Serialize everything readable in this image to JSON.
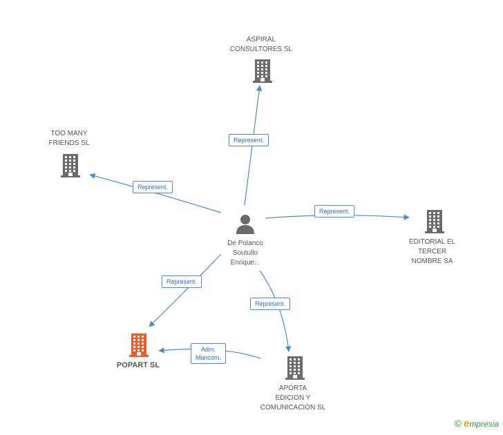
{
  "colors": {
    "edge": "#4a8ad4",
    "building": "#6b6b6b",
    "building_highlight": "#f05a28",
    "person": "#6b6b6b"
  },
  "center": {
    "label": "De Polanco\nSoutullo\nEnrique...",
    "icon": "person-icon"
  },
  "nodes": [
    {
      "id": "aspiral",
      "label": "ASPIRAL\nCONSULTORES SL",
      "icon": "building-icon",
      "highlight": false
    },
    {
      "id": "toomany",
      "label": "TOO MANY\nFRIENDS  SL",
      "icon": "building-icon",
      "highlight": false
    },
    {
      "id": "editorial",
      "label": "EDITORIAL EL\nTERCER\nNOMBRE SA",
      "icon": "building-icon",
      "highlight": false
    },
    {
      "id": "popart",
      "label": "POPART SL",
      "icon": "building-icon",
      "highlight": true
    },
    {
      "id": "aporta",
      "label": "APORTA\nEDICION Y\nCOMUNICACION SL",
      "icon": "building-icon",
      "highlight": false
    }
  ],
  "edges": [
    {
      "from": "center",
      "to": "aspiral",
      "label": "Represent."
    },
    {
      "from": "center",
      "to": "toomany",
      "label": "Represent."
    },
    {
      "from": "center",
      "to": "editorial",
      "label": "Represent."
    },
    {
      "from": "center",
      "to": "popart",
      "label": "Represent."
    },
    {
      "from": "center",
      "to": "aporta",
      "label": "Represent."
    },
    {
      "from": "aporta",
      "to": "popart",
      "label": "Adm.\nMancom."
    }
  ],
  "footer": {
    "copyright": "©",
    "brand_e": "e",
    "brand_rest": "mpresia"
  }
}
